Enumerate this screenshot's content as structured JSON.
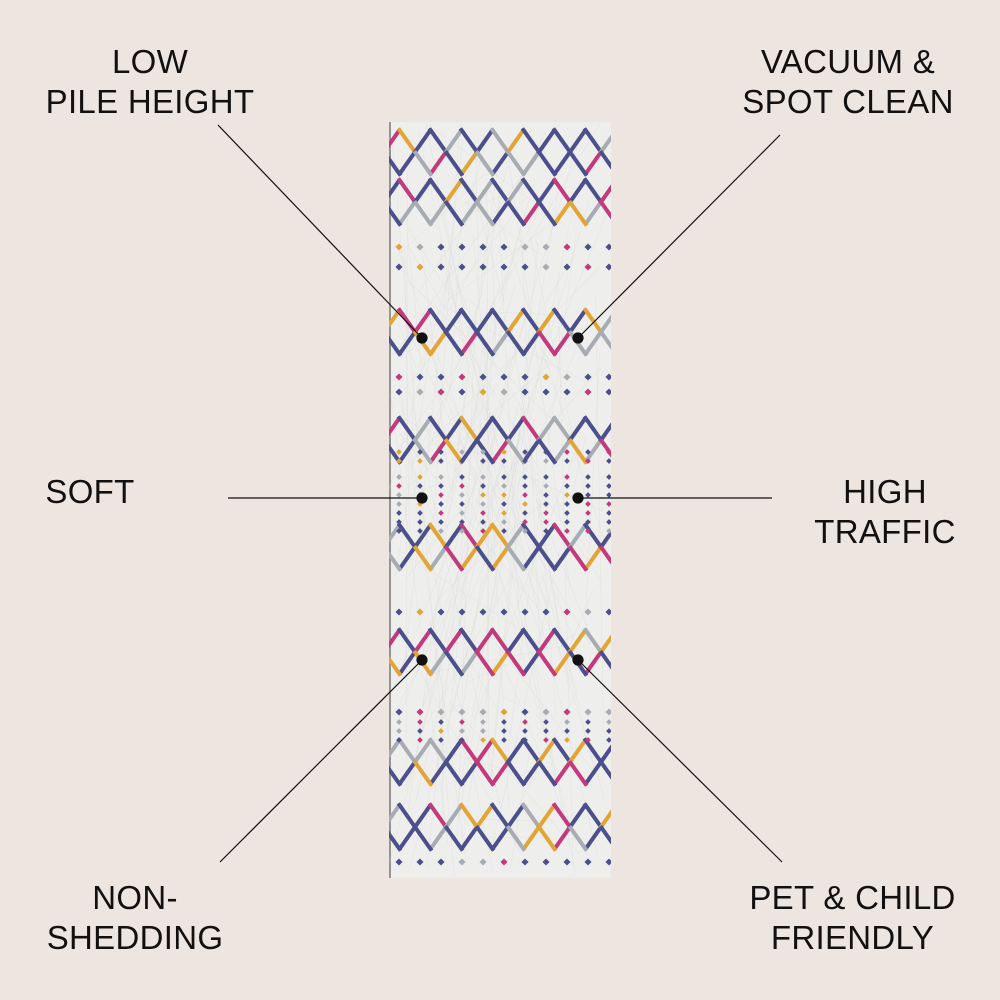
{
  "features": [
    {
      "id": "low-pile-height",
      "lines": [
        "LOW",
        "PILE HEIGHT"
      ]
    },
    {
      "id": "vacuum-spot-clean",
      "lines": [
        "VACUUM &",
        "SPOT CLEAN"
      ]
    },
    {
      "id": "soft",
      "lines": [
        "SOFT"
      ]
    },
    {
      "id": "high-traffic",
      "lines": [
        "HIGH",
        "TRAFFIC"
      ]
    },
    {
      "id": "non-shedding",
      "lines": [
        "NON-",
        "SHEDDING"
      ]
    },
    {
      "id": "pet-child-friendly",
      "lines": [
        "PET & CHILD",
        "FRIENDLY"
      ]
    }
  ],
  "colors": {
    "background": "#ede5e0",
    "rug_base": "#eeeeec",
    "navy": "#4b4f8c",
    "pink": "#c23a7c",
    "gold": "#e2a535",
    "gray": "#a7acb3",
    "line": "#111111"
  }
}
